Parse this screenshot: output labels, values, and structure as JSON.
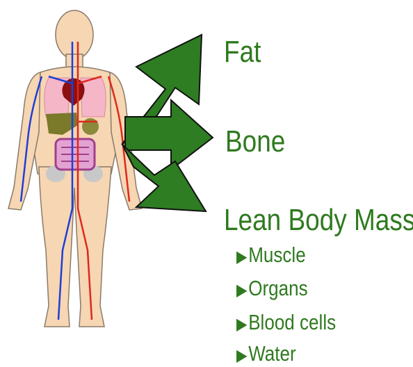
{
  "labels": {
    "fat": "Fat",
    "bone": "Bone",
    "lean_body_mass": "Lean Body Mass"
  },
  "lean_components": [
    "Muscle",
    "Organs",
    "Blood cells",
    "Water"
  ],
  "bullet_glyph": "▶",
  "colors": {
    "text_green": "#2f7a1f",
    "arrow_green": "#2e7d23",
    "skin": "#f6d6b3",
    "vein": "#1e3fd6",
    "artery": "#e0281c",
    "heart": "#8c1010",
    "lungs": "#f5b6c8",
    "liver": "#7a7a2a",
    "intestine": "#a0408a"
  }
}
